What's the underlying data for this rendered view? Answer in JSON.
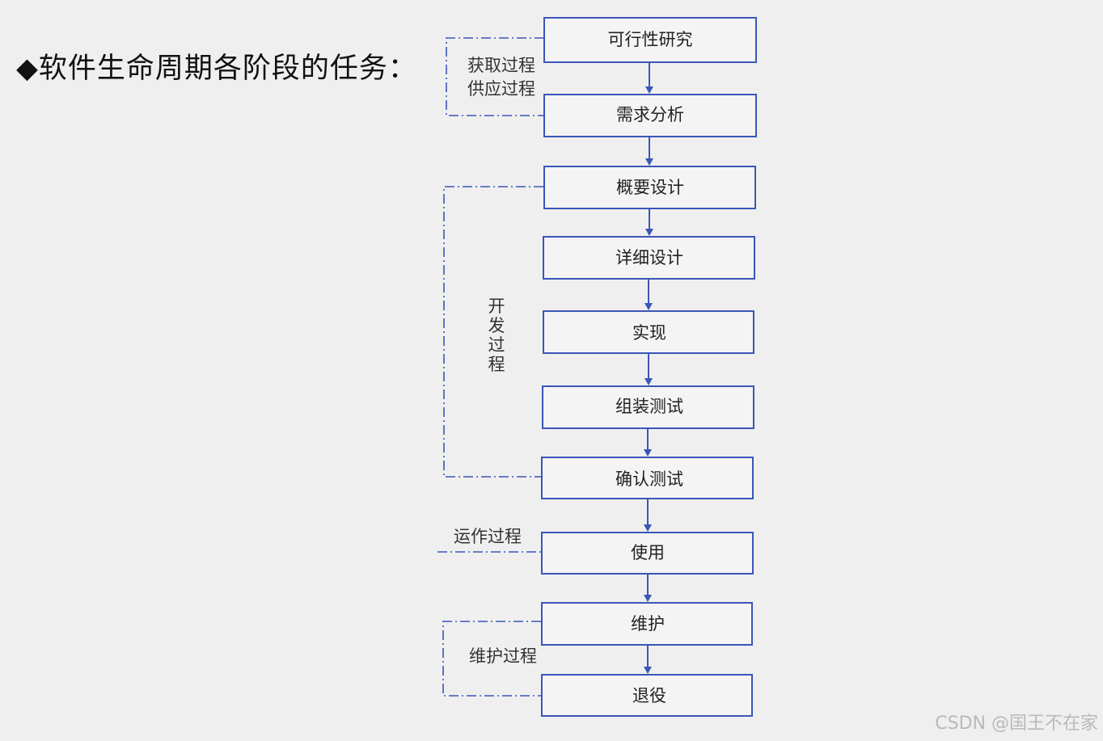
{
  "title": "◆软件生命周期各阶段的任务：",
  "stages": [
    "可行性研究",
    "需求分析",
    "概要设计",
    "详细设计",
    "实现",
    "组装测试",
    "确认测试",
    "使用",
    "维护",
    "退役"
  ],
  "groups": {
    "acquire": [
      "获取过程",
      "供应过程"
    ],
    "develop": [
      "开",
      "发",
      "过",
      "程"
    ],
    "operate": [
      "运作过程"
    ],
    "maintain": [
      "维护过程"
    ]
  },
  "watermark": "CSDN @国王不在家",
  "colors": {
    "line": "#3a56b8",
    "box_fill": "#f4f4f4",
    "background": "#efefef"
  }
}
